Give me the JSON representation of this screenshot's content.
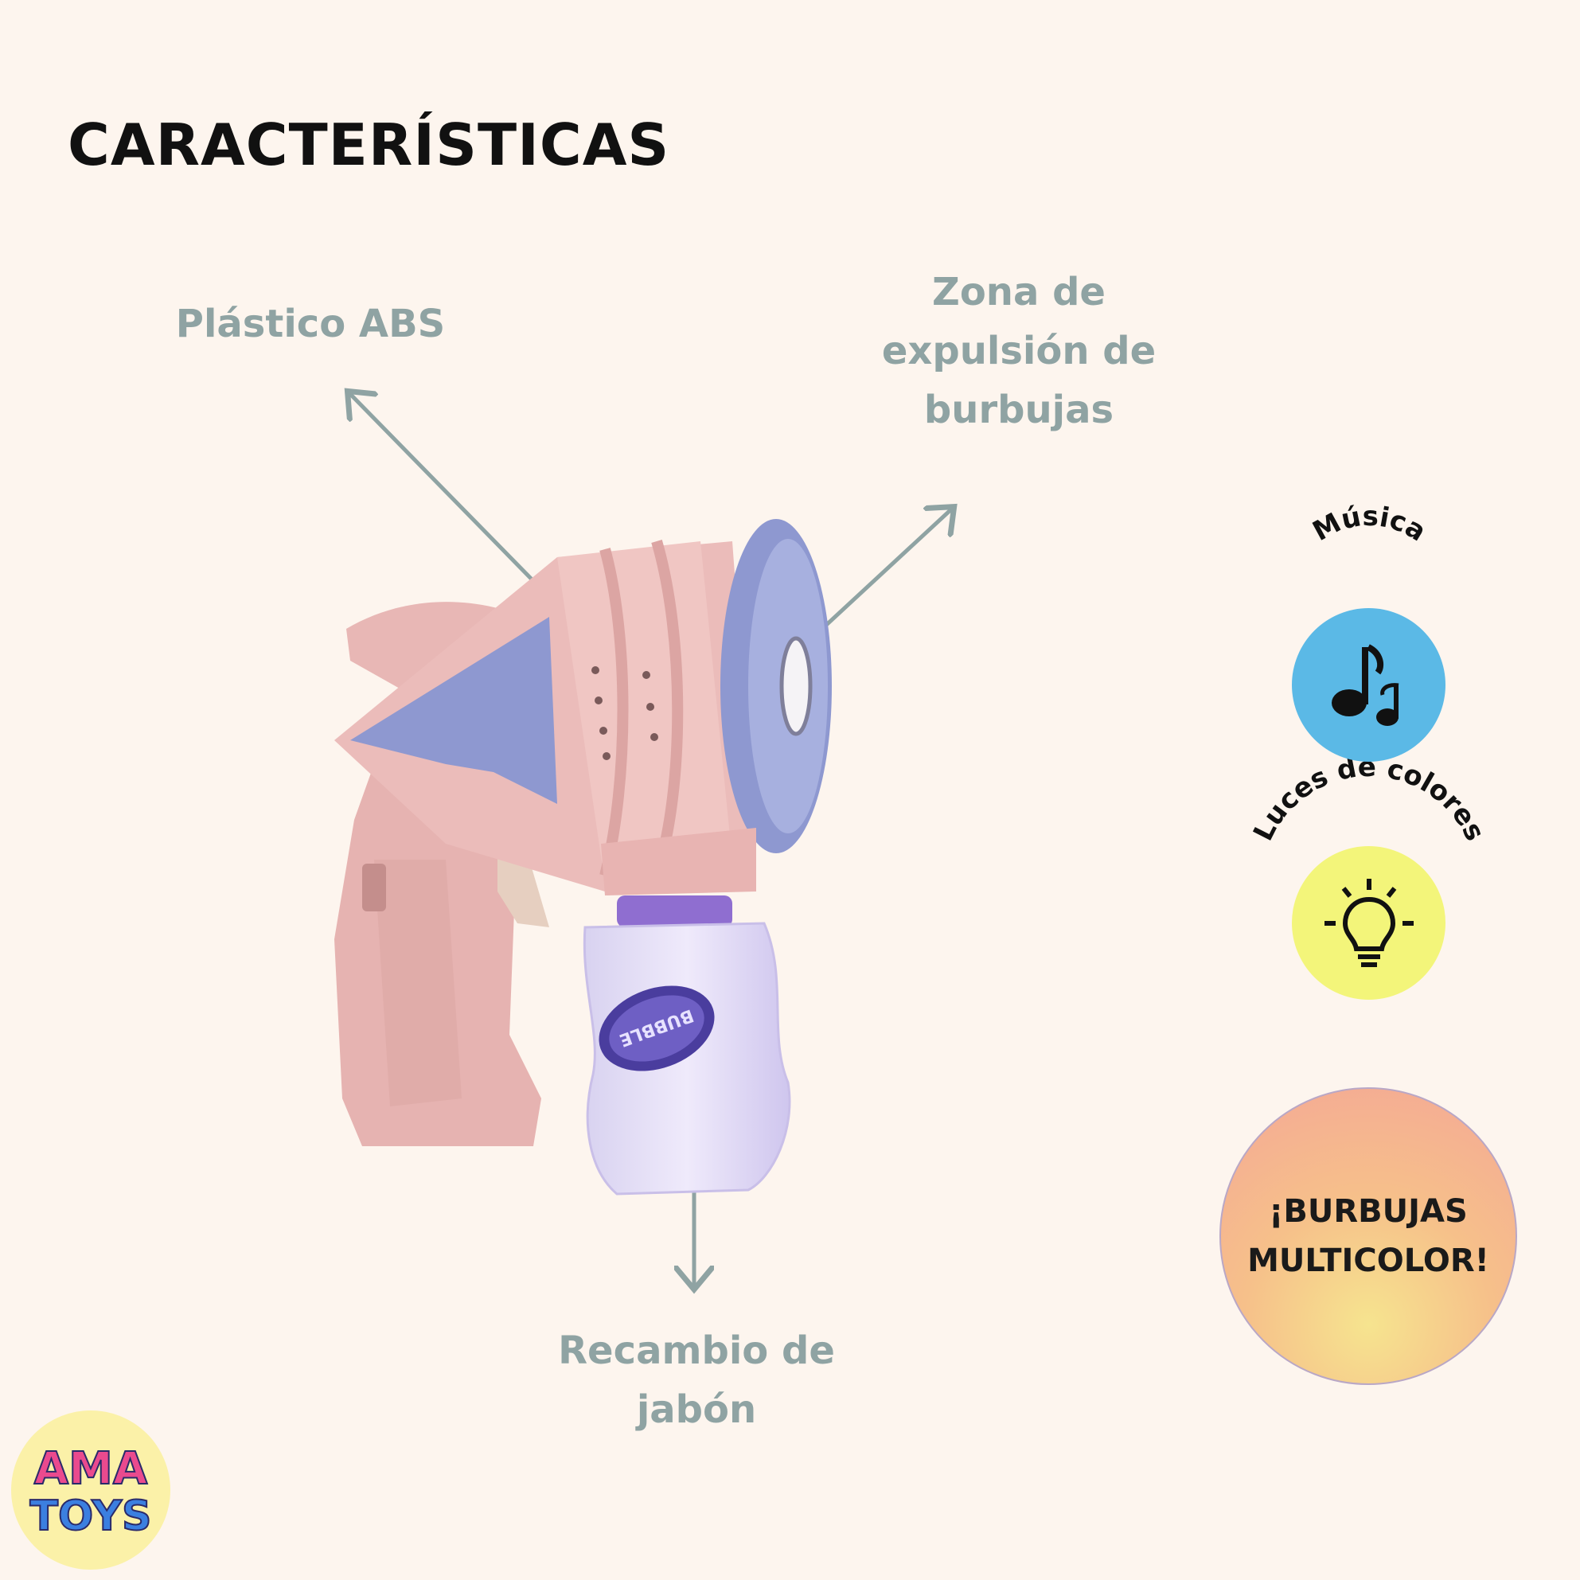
{
  "title": "CARACTERÍSTICAS",
  "callouts": {
    "material": "Plástico ABS",
    "zona_line1": "Zona de",
    "zona_line2": "expulsión de",
    "zona_line3": "burbujas",
    "recambio_line1": "Recambio de",
    "recambio_line2": "jabón"
  },
  "features": {
    "musica": "Música",
    "luces": "Luces de colores"
  },
  "promo": {
    "line1": "¡BURBUJAS",
    "line2": "MULTICOLOR!"
  },
  "logo": {
    "top": "AMA",
    "bottom": "TOYS"
  },
  "product_label": "BUBBLE",
  "colors": {
    "background": "#fdf5ee",
    "callout_text": "#8fa3a3",
    "arrow": "#8fa3a3",
    "gun_pink": "#e9b8b6",
    "gun_purple": "#8e98d0",
    "musica_circle": "#5bb9e6",
    "luces_circle": "#f3f57a"
  },
  "icons": {
    "musica": "music-note-icon",
    "luces": "light-bulb-icon"
  }
}
